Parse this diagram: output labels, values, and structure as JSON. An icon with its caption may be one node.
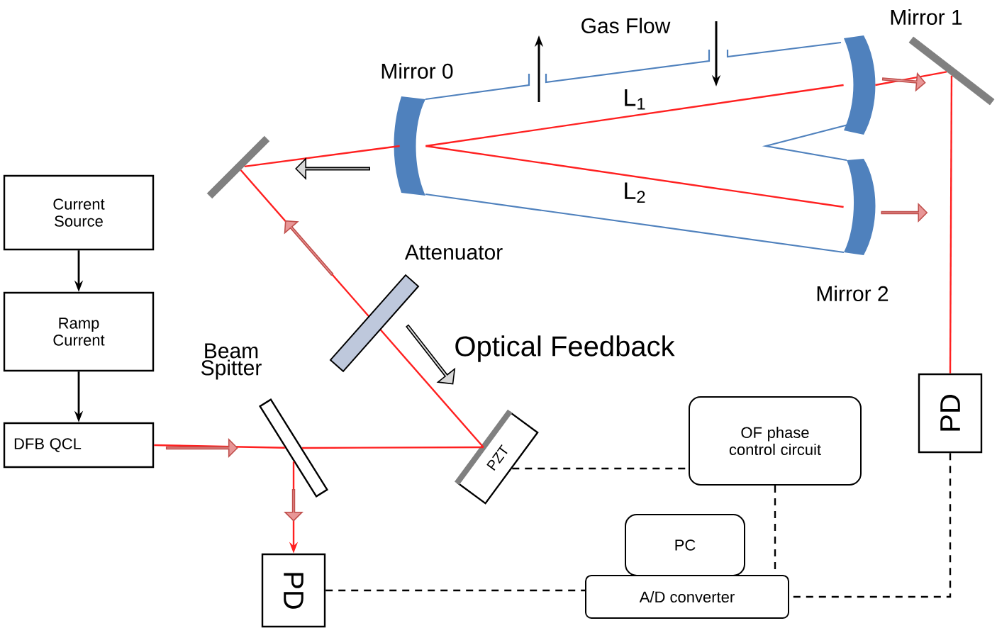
{
  "diagram": {
    "nodes": [
      {
        "text": [
          "Current Source"
        ]
      },
      {
        "text": [
          "Ramp Current"
        ]
      },
      {
        "text": [
          "DFB QCL"
        ]
      },
      {
        "text": [],
        "shape": "bar",
        "beside": [
          "Beam Spitter"
        ]
      },
      {
        "text": [
          "PD"
        ]
      },
      {
        "text": [
          "PZT"
        ]
      },
      {
        "text": [
          "OF phase control circuit"
        ]
      },
      {
        "text": [
          "PC"
        ]
      },
      {
        "text": [
          "A/D converter"
        ]
      },
      {
        "text": [],
        "shape": "bar"
      },
      {
        "text": [
          "PD"
        ]
      },
      {
        "text": [],
        "shape": "bar"
      },
      {
        "text": [
          "Mirror 0"
        ]
      },
      {
        "text": [
          "Mirror 1"
        ]
      },
      {
        "text": [
          "Mirror 2"
        ]
      }
    ],
    "edges": [
      {
        "from": 0,
        "to": 1,
        "arrow": "to",
        "color": "#000000"
      },
      {
        "from": 1,
        "to": 2,
        "arrow": "to",
        "color": "#000000"
      },
      {
        "from": 2,
        "to": 3,
        "arrow": "none"
      },
      {
        "from": 3,
        "to": 5,
        "arrow": "none"
      },
      {
        "from": 3,
        "to": 4,
        "arrow": "to"
      },
      {
        "from": 9,
        "to": 10,
        "arrow": "none"
      },
      {
        "from": 5,
        "to": 6,
        "arrow": "none",
        "style": "dashed",
        "color": "#000000"
      },
      {
        "from": 6,
        "to": 8,
        "arrow": "none",
        "style": "dashed",
        "color": "#000000"
      },
      {
        "from": 4,
        "to": 8,
        "arrow": "none",
        "style": "dashed",
        "color": "#000000"
      },
      {
        "from": 10,
        "to": 8,
        "arrow": "none",
        "style": "dashed",
        "color": "#000000"
      },
      {
        "from": 5,
        "to": 11,
        "arrow": "none"
      },
      {
        "from": 12,
        "to": 11,
        "arrow": "none"
      },
      {
        "from": 12,
        "to": 13,
        "arrow": "none",
        "label": "L$_{1}$"
      },
      {
        "from": 12,
        "to": 14,
        "arrow": "none",
        "label": "L$_{2}$"
      },
      {
        "from": 13,
        "to": 9,
        "arrow": "none"
      },
      {
        "from": 14,
        "to": null,
        "arrow": "to"
      }
    ],
    "labels": [
      "Gas Flow",
      "Attenuator",
      "Optical Feedback"
    ]
  }
}
